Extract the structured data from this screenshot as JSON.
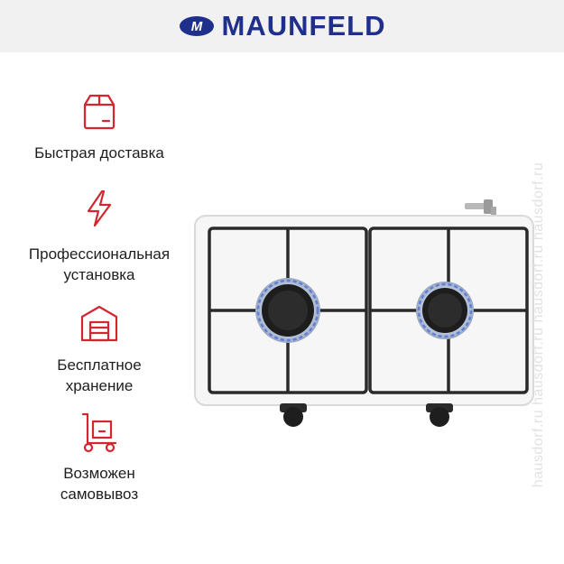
{
  "brand": {
    "name": "MAUNFELD",
    "mark_text": "M",
    "color": "#1f2f8c"
  },
  "accent_color": "#d22630",
  "features": [
    {
      "icon": "box-icon",
      "label_lines": [
        "Быстрая доставка"
      ]
    },
    {
      "icon": "lightning-icon",
      "label_lines": [
        "Профессиональная",
        "установка"
      ]
    },
    {
      "icon": "warehouse-icon",
      "label_lines": [
        "Бесплатное",
        "хранение"
      ]
    },
    {
      "icon": "hand-truck-icon",
      "label_lines": [
        "Возможен",
        "самовывоз"
      ]
    }
  ],
  "product": {
    "image": "two-burner-gas-stove-white"
  },
  "watermark": "hausdorf.ru   hausdorf.ru   hausdorf.ru   hausdorf.ru"
}
